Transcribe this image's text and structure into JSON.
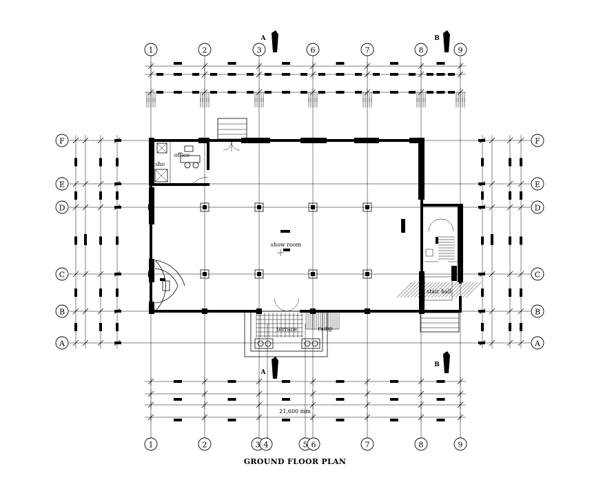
{
  "drawing": {
    "title": "GROUND FLOOR PLAN",
    "overall_dimension": "21,600 mm",
    "rooms": {
      "show_room": "show room",
      "office": "office",
      "shop": "sho",
      "terrace": "terrace",
      "ramp": "ramp",
      "stair_hall": "stair hall"
    },
    "section_markers": {
      "a": "A",
      "b": "B"
    },
    "grid_columns_top": [
      "1",
      "2",
      "3",
      "6",
      "7",
      "8",
      "9"
    ],
    "grid_columns_bottom": [
      "1",
      "2",
      "3",
      "4",
      "5",
      "6",
      "7",
      "8",
      "9"
    ],
    "grid_rows": [
      "F",
      "E",
      "D",
      "C",
      "B",
      "A"
    ]
  }
}
